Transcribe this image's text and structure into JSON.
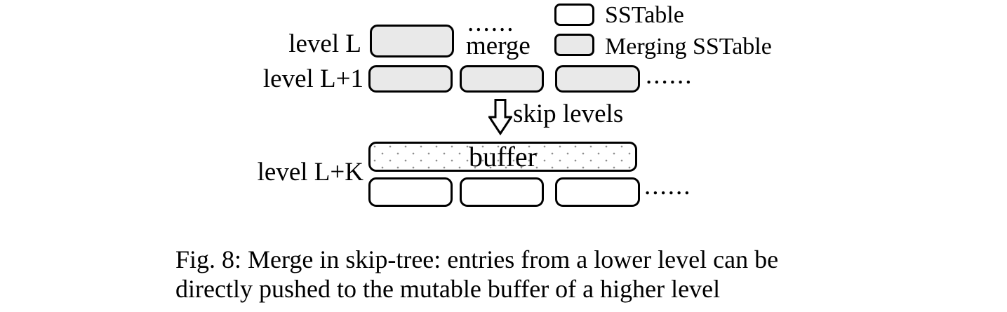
{
  "figure": {
    "levels": {
      "level_l": {
        "label": "level L"
      },
      "level_l1": {
        "label": "level L+1"
      },
      "level_lk": {
        "label": "level L+K"
      }
    },
    "merge": {
      "dots": "......",
      "label": "merge"
    },
    "skip": {
      "label": "skip levels"
    },
    "buffer": {
      "label": "buffer"
    },
    "trailing_dots_l1": "......",
    "trailing_dots_lk": "......",
    "legend": {
      "sstable": {
        "label": "SSTable"
      },
      "merging_sstable": {
        "label": "Merging SSTable"
      }
    },
    "colors": {
      "merging_fill": "#e9e9e9",
      "sstable_fill": "#ffffff",
      "outline": "#000000",
      "buffer_dot": "#8f8f8f"
    }
  },
  "caption": {
    "line1": "Fig. 8: Merge in skip-tree: entries from a lower level can be",
    "line2": "directly pushed to the mutable buffer of a higher level"
  }
}
